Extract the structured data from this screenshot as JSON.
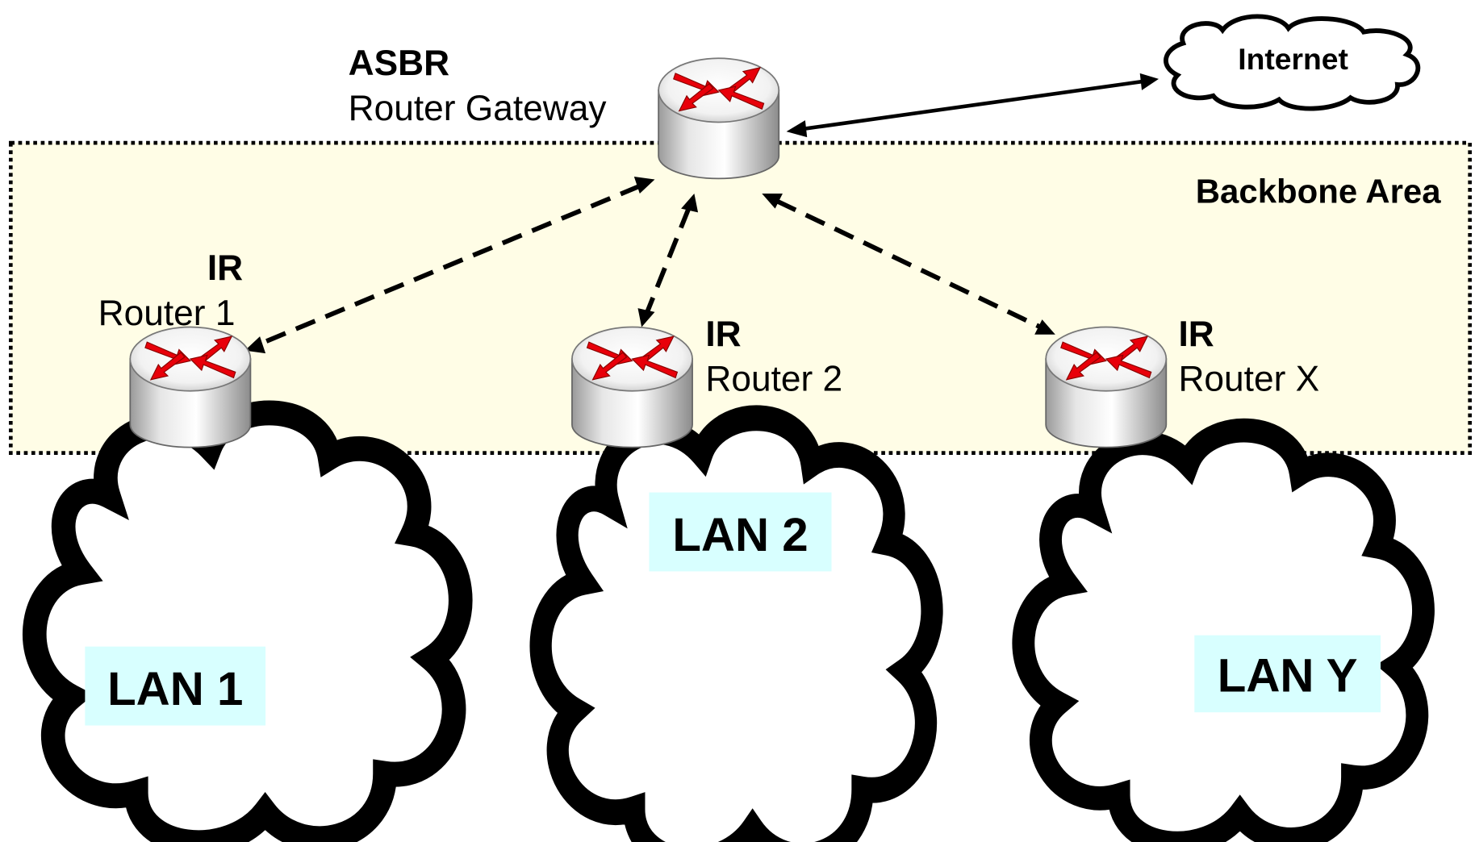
{
  "colors": {
    "backbone_fill": "#FFFDE6",
    "lan_label_bg": "#D8FFFF",
    "router_arrow": "#E8000A",
    "border": "#000000"
  },
  "gateway": {
    "role": "ASBR",
    "name": "Router Gateway",
    "icon": "router-icon"
  },
  "internet": {
    "label": "Internet",
    "icon": "cloud-icon"
  },
  "backbone": {
    "label": "Backbone Area"
  },
  "routers": [
    {
      "role": "IR",
      "name": "Router 1",
      "icon": "router-icon"
    },
    {
      "role": "IR",
      "name": "Router 2",
      "icon": "router-icon"
    },
    {
      "role": "IR",
      "name": "Router X",
      "icon": "router-icon"
    }
  ],
  "lans": [
    {
      "label": "LAN 1",
      "icon": "cloud-icon"
    },
    {
      "label": "LAN 2",
      "icon": "cloud-icon"
    },
    {
      "label": "LAN Y",
      "icon": "cloud-icon"
    }
  ]
}
